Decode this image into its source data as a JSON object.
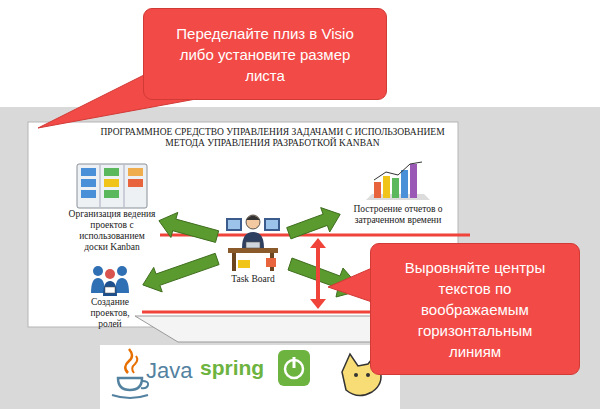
{
  "diagram": {
    "title": "ПРОГРАММНОЕ СРЕДСТВО УПРАВЛЕНИЯ ЗАДАЧАМИ С ИСПОЛЬЗОВАНИЕМ МЕТОДА УПРАВЛЕНИЯ РАЗРАБОТКОЙ KANBAN",
    "nodes": [
      {
        "text": [
          "Переделайте плиз в Visio либо установите размер листа"
        ]
      },
      {
        "text": [
          "Организация ведения проектов с использованием доски Kanban"
        ]
      },
      {
        "text": [
          "Построение отчетов о затраченном времени"
        ]
      },
      {
        "text": [
          "Task Board"
        ]
      },
      {
        "text": [
          "Создание проектов, ролей"
        ]
      },
      {
        "text": [
          "Выровняйте центры текстов по воображаемым горизонтальным линиям"
        ]
      }
    ],
    "edges": [
      {
        "from": 3,
        "to": 1,
        "arrow": "to"
      },
      {
        "from": 3,
        "to": 2,
        "arrow": "to"
      },
      {
        "from": 3,
        "to": 4,
        "arrow": "to"
      }
    ],
    "labels": [
      "Java",
      "spring"
    ]
  }
}
